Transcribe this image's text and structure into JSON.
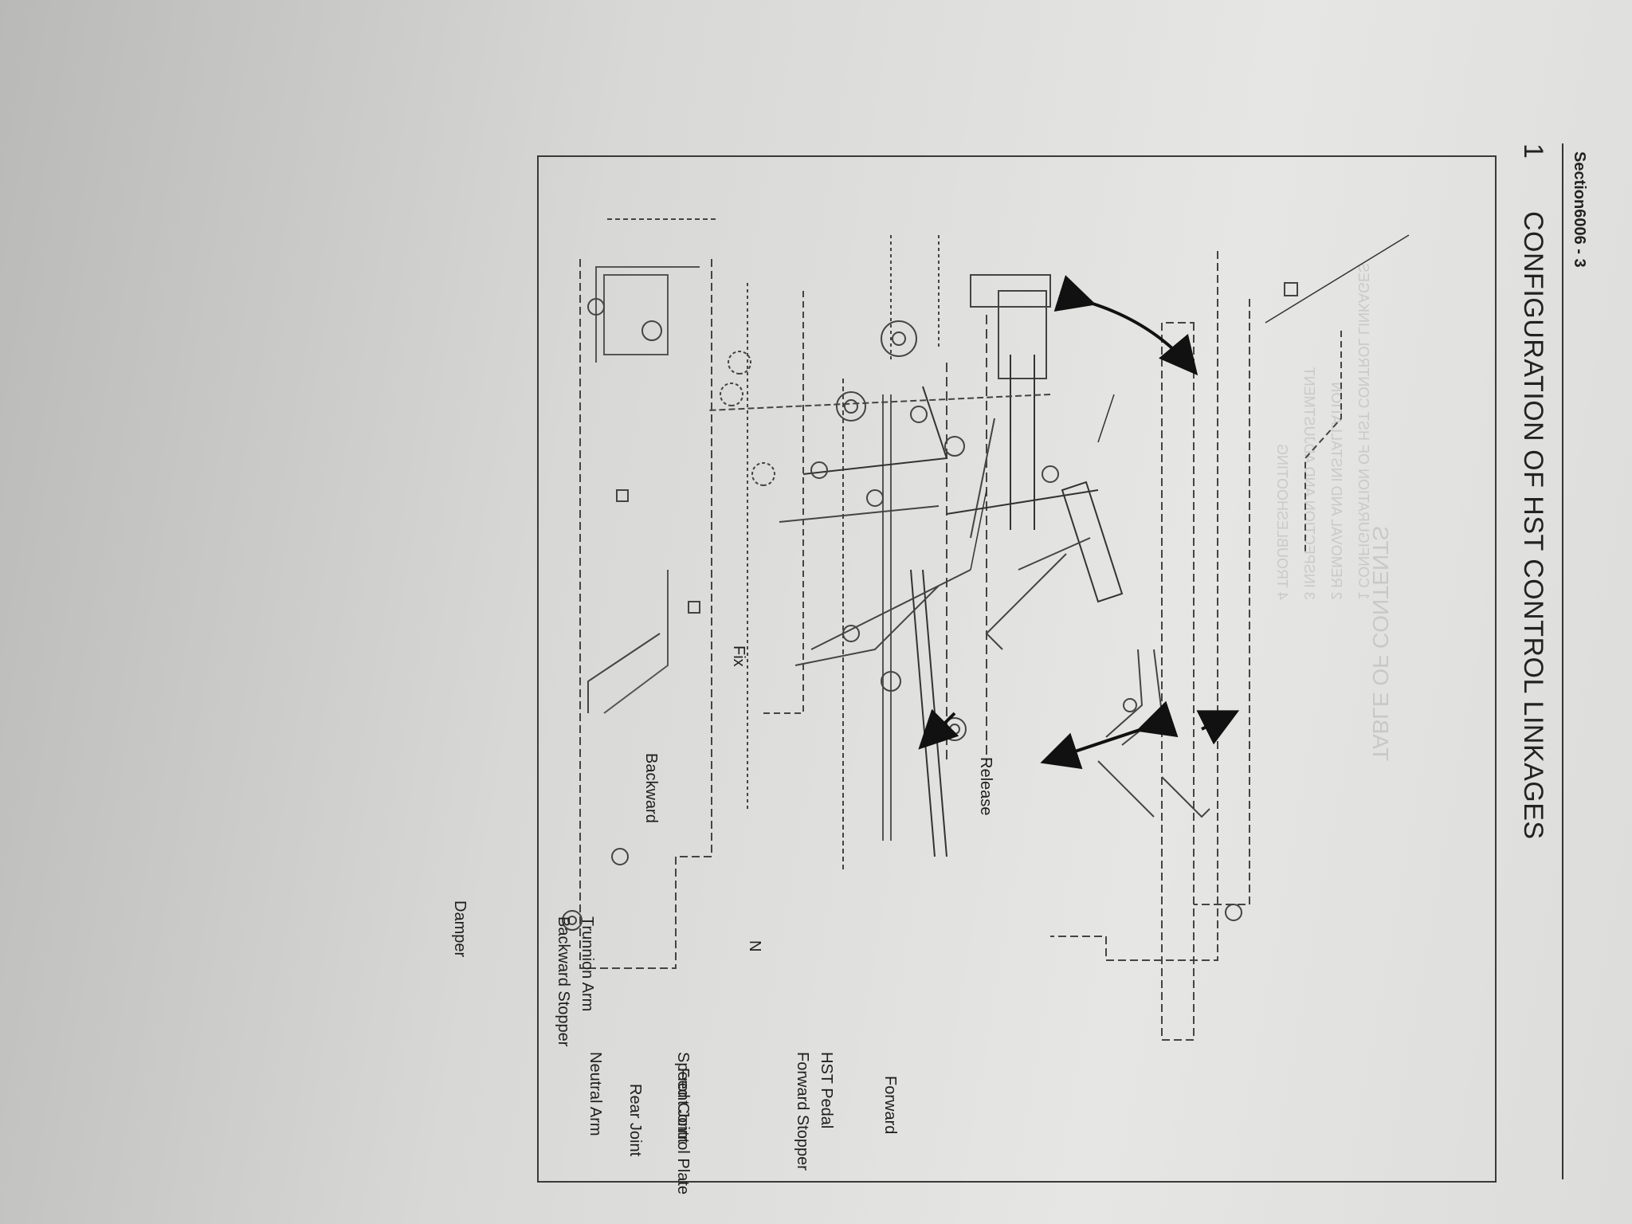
{
  "header": {
    "section": "Section6006 - 3",
    "number": "1",
    "title": "CONFIGURATION OF HST CONTROL LINKAGES"
  },
  "ghost_text": {
    "title": "TABLE OF CONTENTS",
    "items": [
      "1 CONFIGURATION OF HST CONTROL LINKAGES",
      "2 REMOVAL AND INSTALLATION",
      "3 INSPECTION AND ADJUSTMENT",
      "4 TROUBLESHOOTING"
    ]
  },
  "labels": {
    "neutral_arm": "Neutral Arm",
    "backward_stopper": "Backward Stopper",
    "trunnion_arm": "Trunnion Arm",
    "backward": "Backward",
    "damper": "Damper",
    "n": "N",
    "hst_pedal": "HST Pedal",
    "forward": "Forward",
    "rear_joint": "Rear Joint",
    "front_joint": "Front Joint",
    "forward_stopper": "Forward Stopper",
    "speed_control_plate": "Speed Control Plate",
    "fix": "Fix",
    "release": "Release"
  }
}
